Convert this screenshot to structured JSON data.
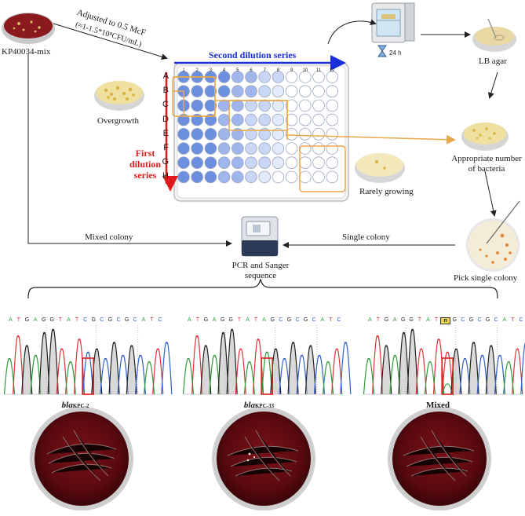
{
  "strain_label": "KP40034-mix",
  "adjust_line1": "Adjusted to 0.5 McF",
  "adjust_line2": "(≈1-1.5*10⁸CFU/mL)",
  "second_dilution": "Second dilution series",
  "first_dilution": [
    "First",
    "dilution",
    "series"
  ],
  "overgrowth": "Overgrowth",
  "rarely_growing": "Rarely growing",
  "incubation": "24 h",
  "lb_agar": "LB agar",
  "appropriate": [
    "Appropriate number",
    "of bacteria"
  ],
  "pick_single": "Pick single colony",
  "single_colony": "Single colony",
  "mixed_colony": "Mixed colony",
  "pcr": [
    "PCR and Sanger",
    "sequence"
  ],
  "plate_rows": [
    "A",
    "B",
    "C",
    "D",
    "E",
    "F",
    "G",
    "H"
  ],
  "plate_cols": [
    "1",
    "2",
    "3",
    "4",
    "5",
    "6",
    "7",
    "8",
    "9",
    "10",
    "11",
    "12"
  ],
  "sequences": [
    {
      "bases": "ATGAGGTATCGCGCGCATC",
      "label_main": "bla",
      "label_sub": "KPC-2",
      "highlight": 9
    },
    {
      "bases": "ATGAGGTATAGCGCGCATC",
      "label_main": "bla",
      "label_sub": "KPC-33",
      "highlight": 9
    },
    {
      "bases": "ATGAGGTATnGCGCGCATC",
      "label_main": "Mixed",
      "label_sub": "",
      "highlight": 9
    }
  ],
  "colors": {
    "A": "#2e9d3a",
    "T": "#e0313a",
    "G": "#222222",
    "C": "#2f5fd0",
    "arrow_blue": "#1a2fd6",
    "arrow_red": "#e01b1b",
    "orange": "#e9a94a",
    "well_blue": "#6d8fe0"
  }
}
